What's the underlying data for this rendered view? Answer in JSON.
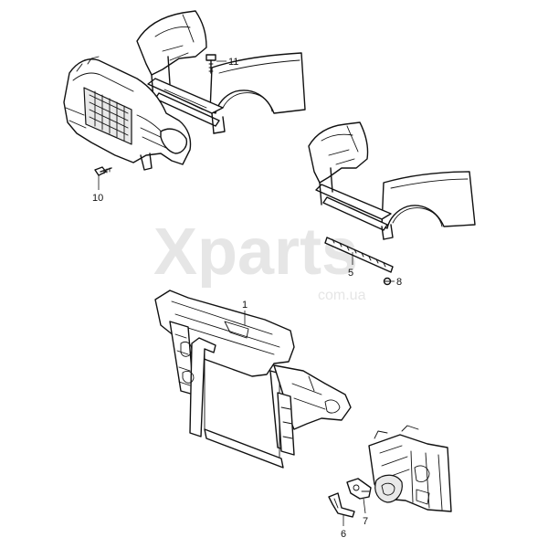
{
  "watermark": {
    "brand": "Xparts",
    "domain": "com.ua"
  },
  "callouts": [
    {
      "id": "c1",
      "label": "1"
    },
    {
      "id": "c5",
      "label": "5"
    },
    {
      "id": "c6",
      "label": "6"
    },
    {
      "id": "c7",
      "label": "7"
    },
    {
      "id": "c8",
      "label": "8"
    },
    {
      "id": "c10",
      "label": "10"
    },
    {
      "id": "c11",
      "label": "11"
    }
  ]
}
